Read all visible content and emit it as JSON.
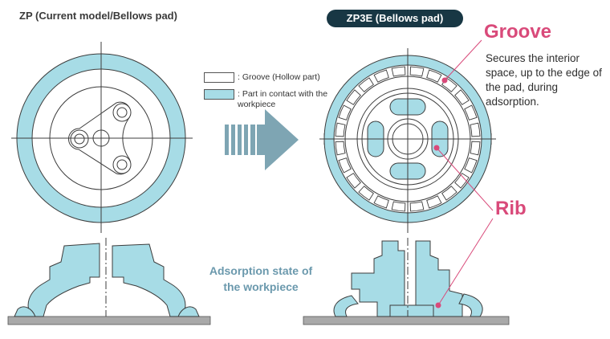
{
  "titles": {
    "left": "ZP (Current model/Bellows pad)",
    "right": "ZP3E (Bellows pad)"
  },
  "legend": {
    "groove": ": Groove (Hollow part)",
    "contact": ": Part in contact with the workpiece"
  },
  "annotations": {
    "groove_title": "Groove",
    "groove_desc": "Secures the interior space, up to the edge of the pad, during adsorption.",
    "rib_title": "Rib"
  },
  "center_caption": "Adsorption state of the workpiece",
  "colors": {
    "contact_fill": "#a7dce6",
    "outline": "#3c3c3c",
    "accent": "#d94a7a",
    "arrow": "#7ea5b3",
    "badge_bg": "#183744",
    "ground": "#a9a9a9"
  }
}
